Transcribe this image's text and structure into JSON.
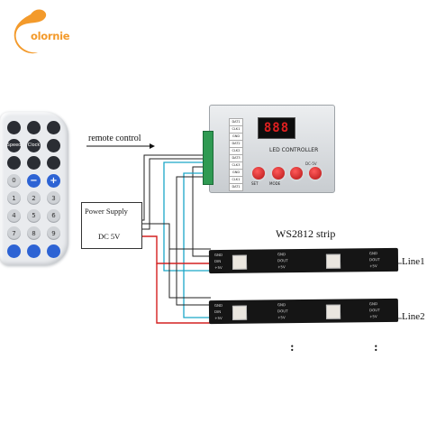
{
  "logo": {
    "text": "olornie",
    "colors": {
      "swirl": "#f39a2b"
    }
  },
  "remote": {
    "rows": [
      [
        {
          "label": "",
          "style": "dark"
        },
        {
          "label": "",
          "style": "dark"
        },
        {
          "label": "",
          "style": "dark"
        }
      ],
      [
        {
          "label": "Speed",
          "style": "dark"
        },
        {
          "label": "Clock",
          "style": "dark"
        },
        {
          "label": "",
          "style": "dark"
        }
      ],
      [
        {
          "label": "",
          "style": "dark"
        },
        {
          "label": "",
          "style": "dark"
        },
        {
          "label": "",
          "style": "dark"
        }
      ],
      [
        {
          "label": "0",
          "style": "gray"
        },
        {
          "label": "−",
          "style": "blue"
        },
        {
          "label": "+",
          "style": "blue"
        }
      ],
      [
        {
          "label": "1",
          "style": "gray"
        },
        {
          "label": "2",
          "style": "gray"
        },
        {
          "label": "3",
          "style": "gray"
        }
      ],
      [
        {
          "label": "4",
          "style": "gray"
        },
        {
          "label": "5",
          "style": "gray"
        },
        {
          "label": "6",
          "style": "gray"
        }
      ],
      [
        {
          "label": "7",
          "style": "gray"
        },
        {
          "label": "8",
          "style": "gray"
        },
        {
          "label": "9",
          "style": "gray"
        }
      ],
      [
        {
          "label": "",
          "style": "bluesm"
        },
        {
          "label": "",
          "style": "bluesm"
        },
        {
          "label": "",
          "style": "bluesm"
        }
      ]
    ]
  },
  "labels": {
    "remote_control": "remote control",
    "psu_title": "Power Supply",
    "psu_voltage": "DC 5V",
    "strip_title": "WS2812 strip",
    "line1": "Line1",
    "line2": "Line2",
    "continuation": ":"
  },
  "controller": {
    "display": "888",
    "name": "LED CONTROLLER",
    "model": "DC-5V",
    "pins": [
      "DAT1",
      "CLK1",
      "GND",
      "DAT2",
      "CLK2",
      "DAT3",
      "CLK3",
      "GND",
      "CLK1",
      "DAT1"
    ],
    "buttons": [
      "SET",
      "MODE",
      "",
      ""
    ]
  },
  "strip_labels": {
    "gnd": "GND",
    "dout": "DOUT",
    "din": "DIN",
    "vplus": "+5V"
  },
  "colors": {
    "wire_red": "#d42020",
    "wire_black": "#222222",
    "wire_cyan": "#1aa6c8",
    "wire_green": "#1b8a4c"
  }
}
